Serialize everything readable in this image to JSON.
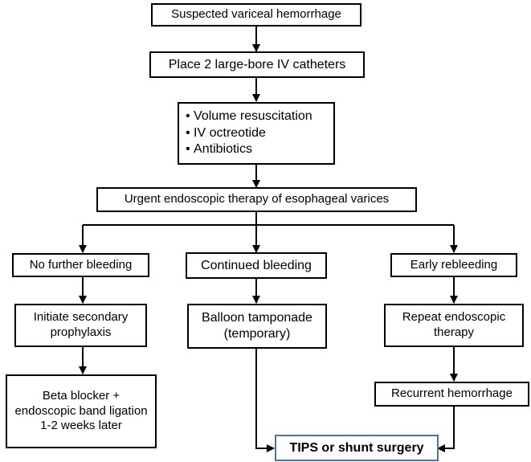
{
  "nodes": {
    "suspected": "Suspected variceal hemorrhage",
    "catheters": "Place 2 large-bore IV catheters",
    "initial_management": [
      "Volume resuscitation",
      "IV octreotide",
      "Antibiotics"
    ],
    "endoscopic_therapy": "Urgent endoscopic therapy of esophageal varices",
    "no_further_bleeding": "No further bleeding",
    "continued_bleeding": "Continued bleeding",
    "early_rebleeding": "Early rebleeding",
    "secondary_prophylaxis": "Initiate secondary prophylaxis",
    "balloon_tamponade": "Balloon tamponade (temporary)",
    "repeat_endoscopic": "Repeat endoscopic therapy",
    "beta_blocker": "Beta blocker + endoscopic band ligation 1-2 weeks later",
    "recurrent_hemorrhage": "Recurrent hemorrhage",
    "tips": "TIPS or shunt surgery"
  },
  "colors": {
    "box_border": "#000000",
    "final_box_border": "#4a73a8",
    "arrow": "#000000"
  }
}
